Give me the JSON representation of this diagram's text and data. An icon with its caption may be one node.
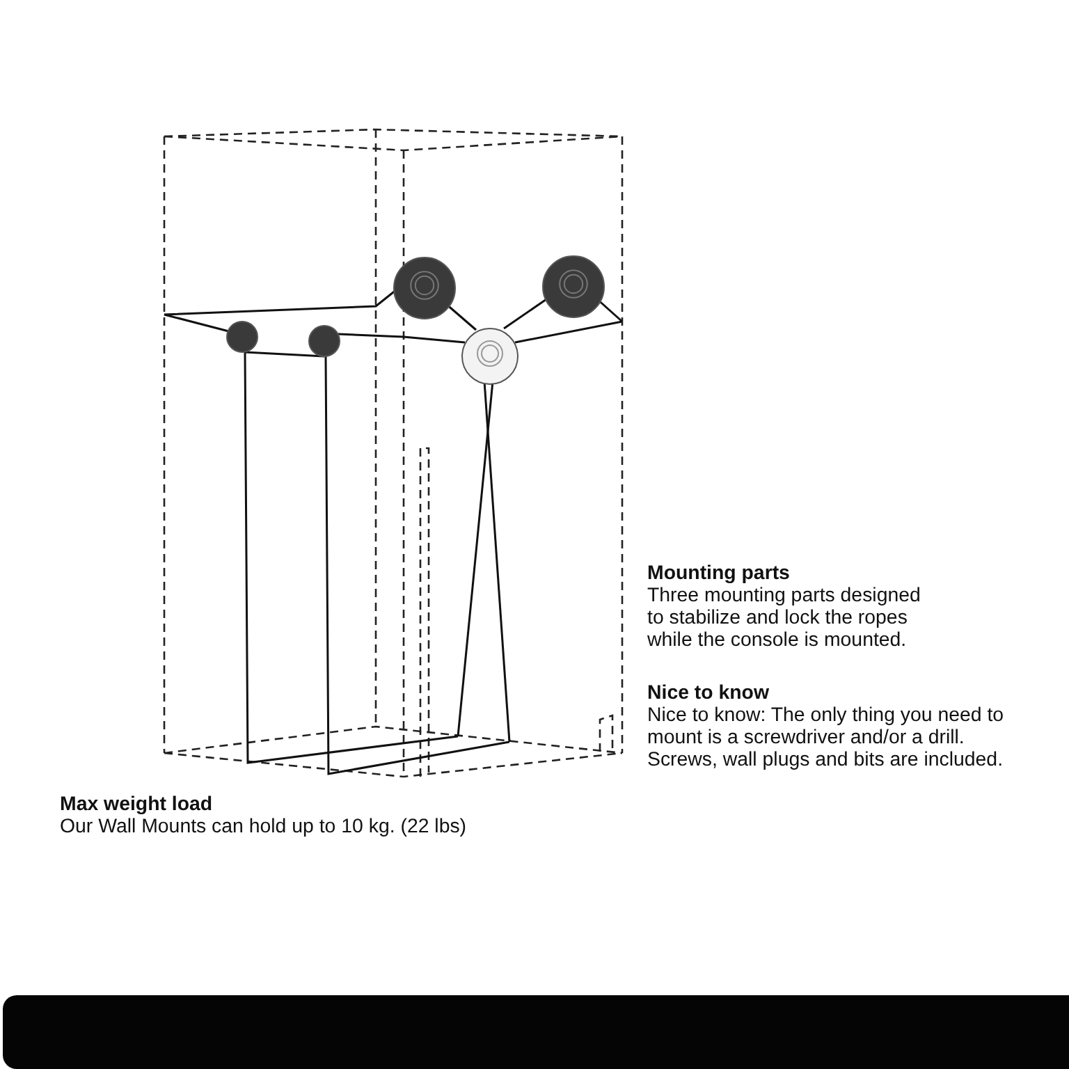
{
  "diagram": {
    "labels": [
      "Mounting parts",
      "Three mounting parts designed to stabilize and lock the ropes while the console is mounted.",
      "Nice to know",
      "Nice to know: The only thing you need to mount is a screwdriver and/or a drill. Screws, wall plugs and bits are included.",
      "Max weight load",
      "Our Wall Mounts can hold up to 10 kg. (22 lbs)"
    ]
  }
}
